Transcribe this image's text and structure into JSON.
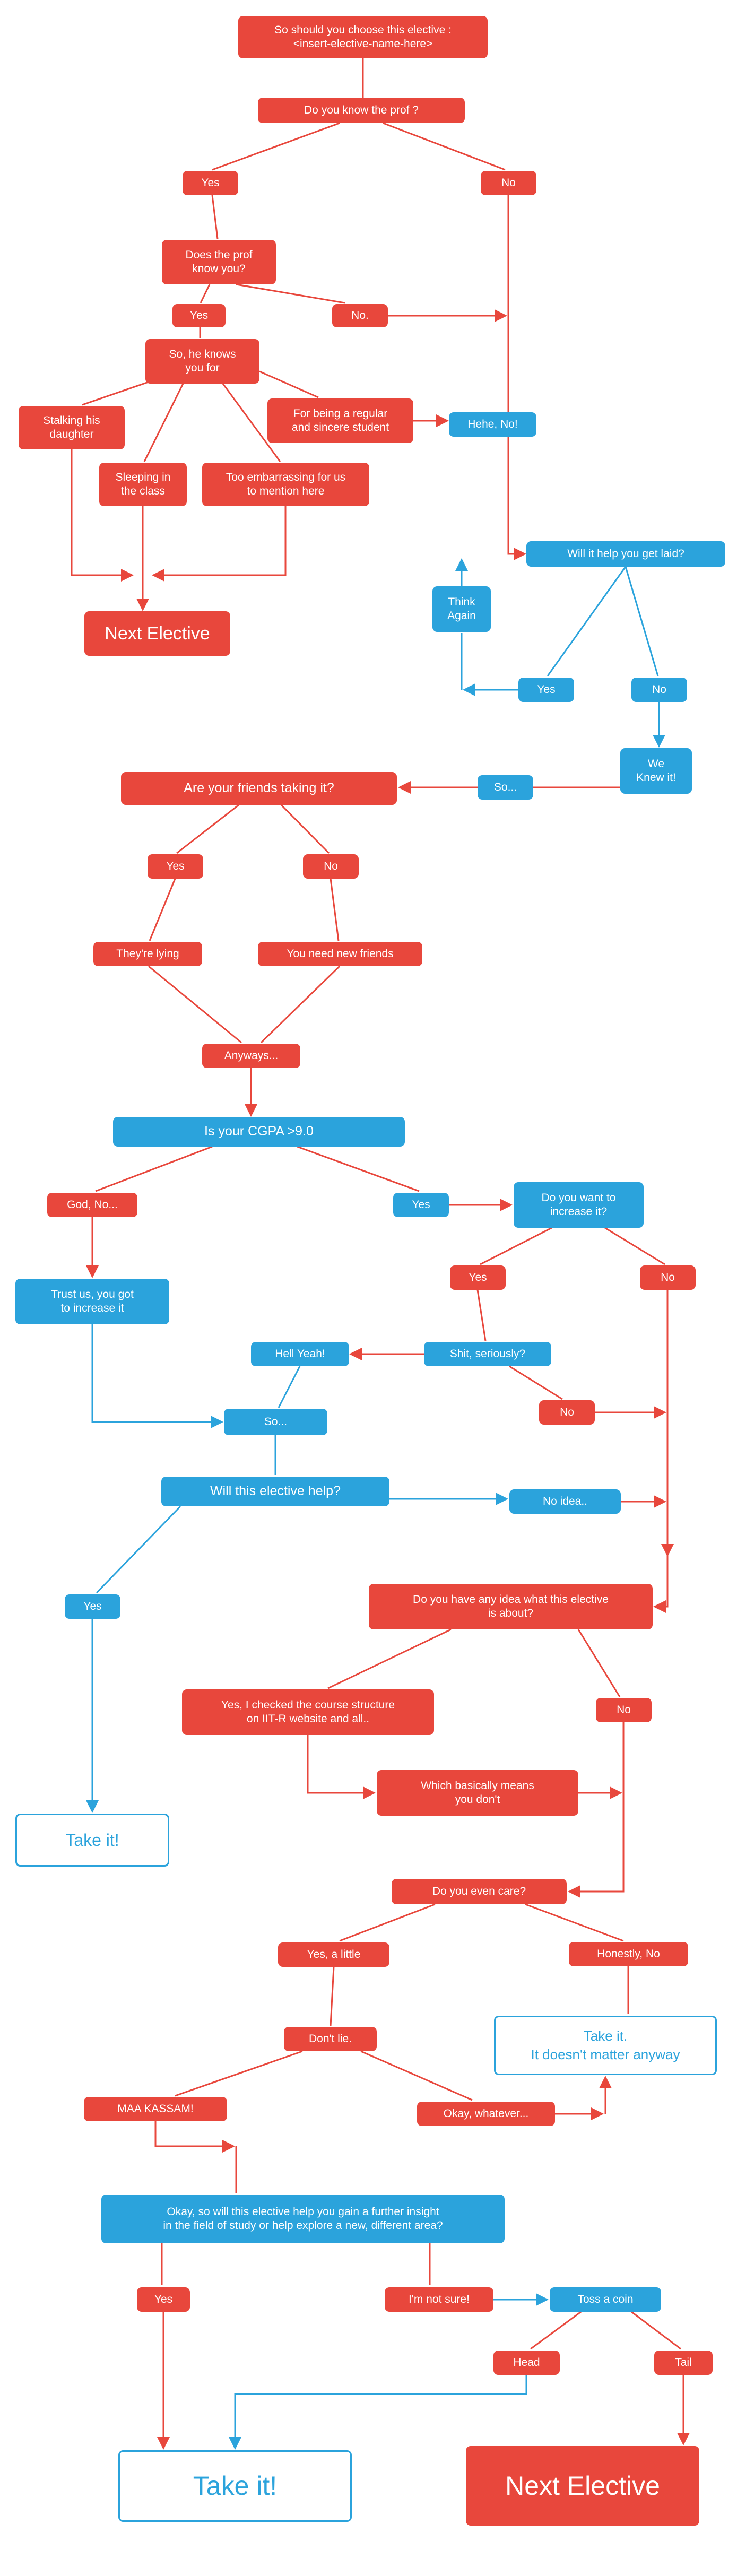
{
  "palette": {
    "red": "#e8473c",
    "blue": "#2ba3dc",
    "background": "#ffffff"
  },
  "nodes": {
    "title": {
      "label": "So should you choose this elective :\n<insert-elective-name-here>"
    },
    "know_prof": {
      "label": "Do you know the prof ?"
    },
    "yes1": {
      "label": "Yes"
    },
    "no1": {
      "label": "No"
    },
    "prof_know_you": {
      "label": "Does the prof\nknow you?"
    },
    "yes2": {
      "label": "Yes"
    },
    "no2": {
      "label": "No."
    },
    "knows_you_for": {
      "label": "So, he knows\nyou for"
    },
    "stalking": {
      "label": "Stalking his\ndaughter"
    },
    "sleeping": {
      "label": "Sleeping in\nthe class"
    },
    "embarrassing": {
      "label": "Too embarrassing for us\nto mention here"
    },
    "regular": {
      "label": "For being a regular\nand sincere student"
    },
    "hehe_no": {
      "label": "Hehe, No!"
    },
    "get_laid": {
      "label": "Will it help you get laid?"
    },
    "think_again": {
      "label": "Think\nAgain"
    },
    "next_elective_1": {
      "label": "Next Elective"
    },
    "yes_laid": {
      "label": "Yes"
    },
    "no_laid": {
      "label": "No"
    },
    "we_knew_it": {
      "label": "We\nKnew it!"
    },
    "so_1": {
      "label": "So..."
    },
    "friends_taking": {
      "label": "Are your friends taking it?"
    },
    "yes3": {
      "label": "Yes"
    },
    "no3": {
      "label": "No"
    },
    "theyre_lying": {
      "label": "They're lying"
    },
    "need_new_friends": {
      "label": "You need new friends"
    },
    "anyways": {
      "label": "Anyways..."
    },
    "cgpa": {
      "label": "Is your CGPA >9.0"
    },
    "god_no": {
      "label": "God, No..."
    },
    "yes_cgpa": {
      "label": "Yes"
    },
    "want_increase": {
      "label": "Do you want to\nincrease it?"
    },
    "trust_us": {
      "label": "Trust us, you got\nto increase it"
    },
    "yes_increase": {
      "label": "Yes"
    },
    "no_increase": {
      "label": "No"
    },
    "hell_yeah": {
      "label": "Hell Yeah!"
    },
    "seriously": {
      "label": "Shit, seriously?"
    },
    "no_seriously": {
      "label": "No"
    },
    "so_2": {
      "label": "So..."
    },
    "elective_help": {
      "label": "Will this elective help?"
    },
    "no_idea": {
      "label": "No idea.."
    },
    "yes_help": {
      "label": "Yes"
    },
    "any_idea": {
      "label": "Do you have any idea what this elective\nis about?"
    },
    "checked_structure": {
      "label": "Yes, I checked the course structure\non IIT-R website and all.."
    },
    "no_idea_about": {
      "label": "No"
    },
    "basically_dont": {
      "label": "Which basically means\nyou don't"
    },
    "take_it_1": {
      "label": "Take it!"
    },
    "even_care": {
      "label": "Do you even care?"
    },
    "yes_little": {
      "label": "Yes, a little"
    },
    "honestly_no": {
      "label": "Honestly, No"
    },
    "dont_lie": {
      "label": "Don't lie."
    },
    "take_it_2": {
      "label": "Take it.\nIt doesn't matter anyway"
    },
    "maa_kassam": {
      "label": "MAA KASSAM!"
    },
    "okay_whatever": {
      "label": "Okay, whatever..."
    },
    "insight": {
      "label": "Okay, so will this elective help you gain a further insight\nin the field of study or help explore a new, different area?"
    },
    "yes_final": {
      "label": "Yes"
    },
    "not_sure": {
      "label": "I'm not sure!"
    },
    "toss_coin": {
      "label": "Toss a coin"
    },
    "head": {
      "label": "Head"
    },
    "tail": {
      "label": "Tail"
    },
    "take_it_3": {
      "label": "Take it!"
    },
    "next_elective_2": {
      "label": "Next Elective"
    }
  }
}
